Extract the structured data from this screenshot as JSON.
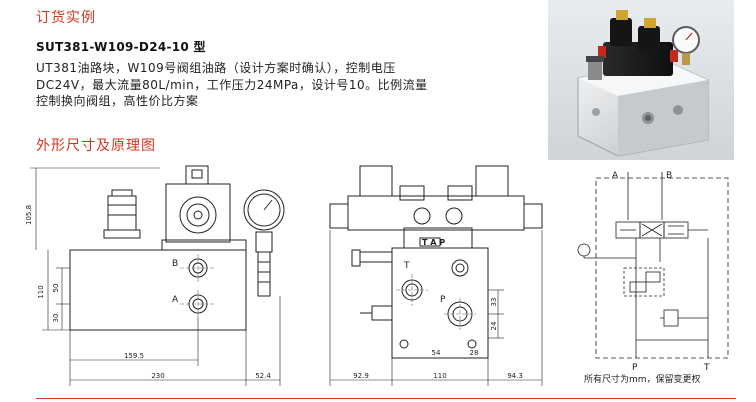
{
  "header": {
    "order_title": "订货实例",
    "model": "SUT381-W109-D24-10 型",
    "description_lines": [
      "UT381油路块，W109号阀组油路（设计方案时确认），控制电压",
      "DC24V，最大流量80L/min，工作压力24MPa，设计号10。比例流量",
      "控制换向阀组，高性价比方案"
    ],
    "dimension_title": "外形尺寸及原理图"
  },
  "front_view": {
    "dims": {
      "total_height": "105.8",
      "port_spacing": "50",
      "lower_offset": "30",
      "block_height": "110",
      "width_inner": "159.5",
      "width_total": "230",
      "right_ext": "52.4"
    },
    "ports": {
      "b": "B",
      "a": "A"
    }
  },
  "side_view": {
    "dims": {
      "h33": "33",
      "h24": "24",
      "d54": "54",
      "d28": "28",
      "left": "92.9",
      "mid": "110",
      "right": "94.3"
    },
    "ports": {
      "t": "T",
      "p": "P"
    },
    "valve_label": "T A P"
  },
  "schematic": {
    "labels": {
      "a": "A",
      "b": "B",
      "p": "P",
      "t": "T"
    }
  },
  "footnote": "所有尺寸为mm，保留变更权",
  "colors": {
    "accent": "#d2381f"
  }
}
